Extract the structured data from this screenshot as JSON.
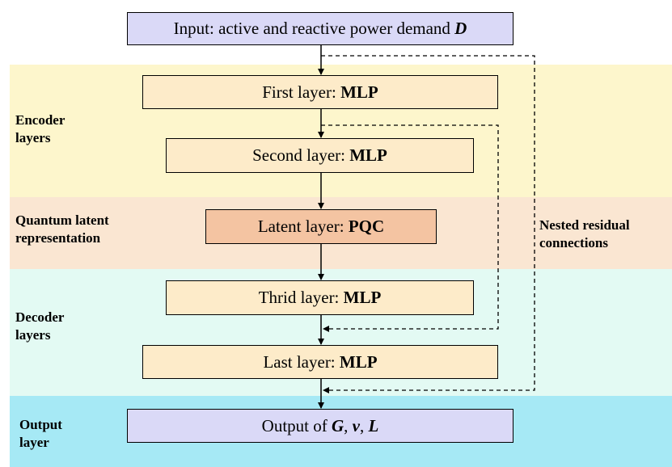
{
  "colors": {
    "encoder_band": "#fdf6cc",
    "latent_band": "#fae6d2",
    "decoder_band": "#e3faf3",
    "output_band": "#a6e9f5",
    "io_box": "#dad9f7",
    "mlp_box": "#fdebc9",
    "pqc_box": "#f4c4a2"
  },
  "bands": {
    "encoder": [
      "Encoder",
      "layers"
    ],
    "latent": [
      "Quantum latent",
      "representation"
    ],
    "decoder": [
      "Decoder",
      "layers"
    ],
    "output": [
      "Output",
      "layer"
    ]
  },
  "boxes": {
    "input": {
      "prefix": "Input: active and reactive power demand ",
      "symbol": "D"
    },
    "first": {
      "prefix": "First layer: ",
      "bold": "MLP"
    },
    "second": {
      "prefix": "Second layer: ",
      "bold": "MLP"
    },
    "latent": {
      "prefix": "Latent layer: ",
      "bold": "PQC"
    },
    "third": {
      "prefix": "Thrid layer: ",
      "bold": "MLP"
    },
    "last": {
      "prefix": "Last layer: ",
      "bold": "MLP"
    },
    "output": {
      "prefix": "Output of ",
      "sym1": "G",
      "sep1": ", ",
      "sym2": "v",
      "sep2": ", ",
      "sym3": "L"
    }
  },
  "residual_label": [
    "Nested residual",
    "connections"
  ]
}
